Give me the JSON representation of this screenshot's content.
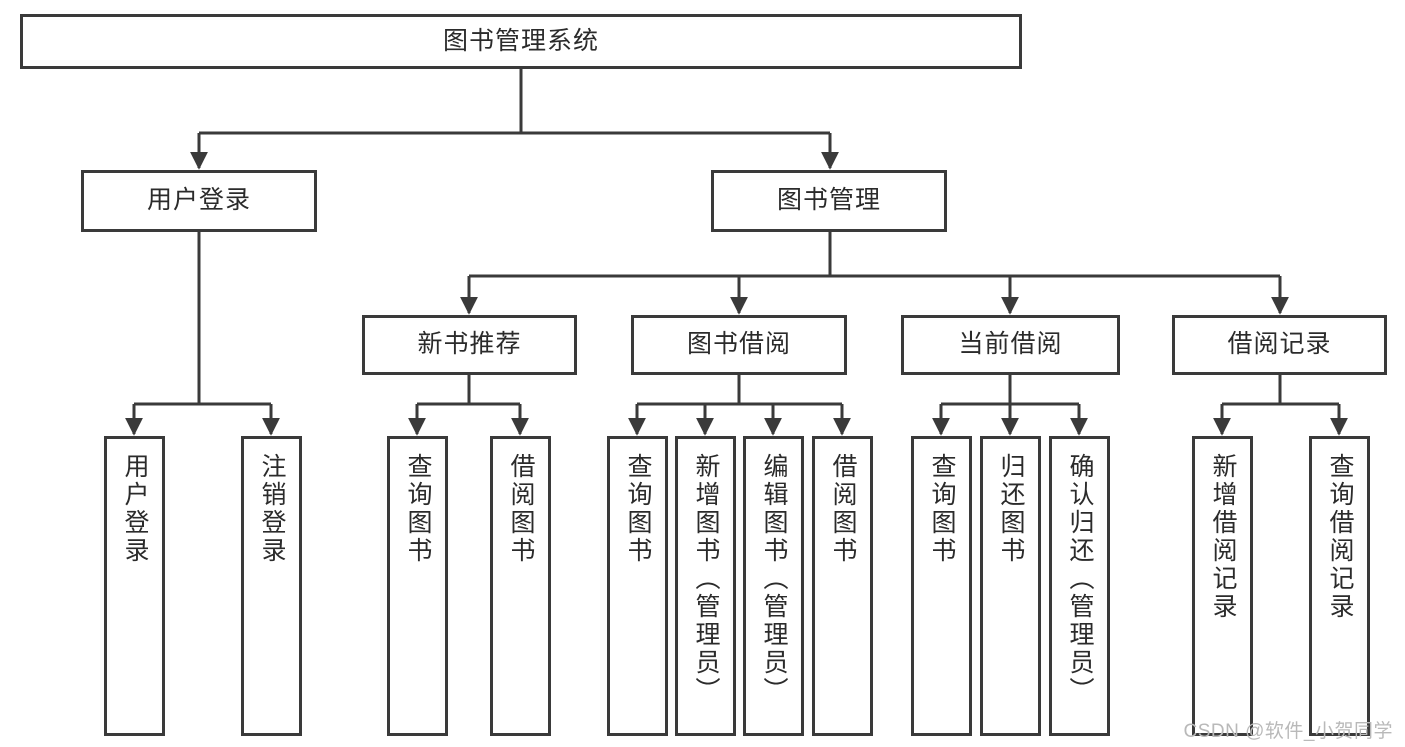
{
  "diagram": {
    "title": "图书管理系统",
    "type": "tree-hierarchy-chart",
    "root": {
      "label": "图书管理系统"
    },
    "level2": [
      {
        "label": "用户登录"
      },
      {
        "label": "图书管理"
      }
    ],
    "level3": [
      {
        "label": "新书推荐"
      },
      {
        "label": "图书借阅"
      },
      {
        "label": "当前借阅"
      },
      {
        "label": "借阅记录"
      }
    ],
    "leaves": [
      {
        "label": "用户登录",
        "parent": "用户登录"
      },
      {
        "label": "注销登录",
        "parent": "用户登录"
      },
      {
        "label": "查询图书",
        "parent": "新书推荐"
      },
      {
        "label": "借阅图书",
        "parent": "新书推荐"
      },
      {
        "label": "查询图书",
        "parent": "图书借阅"
      },
      {
        "label": "新增图书（管理员）",
        "parent": "图书借阅"
      },
      {
        "label": "编辑图书（管理员）",
        "parent": "图书借阅"
      },
      {
        "label": "借阅图书",
        "parent": "图书借阅"
      },
      {
        "label": "查询图书",
        "parent": "当前借阅"
      },
      {
        "label": "归还图书",
        "parent": "当前借阅"
      },
      {
        "label": "确认归还（管理员）",
        "parent": "当前借阅"
      },
      {
        "label": "新增借阅记录",
        "parent": "借阅记录"
      },
      {
        "label": "查询借阅记录",
        "parent": "借阅记录"
      }
    ],
    "colors": {
      "box_border": "#3a3a3a",
      "box_fill": "#ffffff",
      "connector": "#3a3a3a",
      "text": "#2b2b2b",
      "background": "#ffffff",
      "watermark": "#b9b9b9"
    }
  },
  "watermark": {
    "text": "CSDN @软件_小贺同学"
  }
}
